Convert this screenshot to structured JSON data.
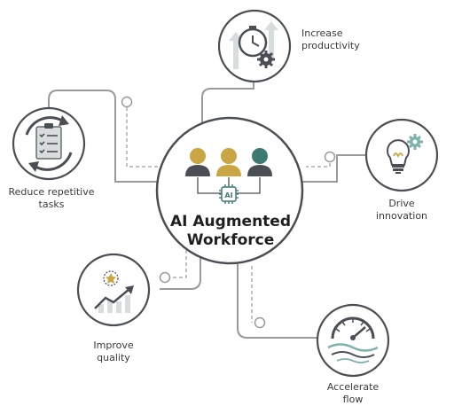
{
  "center": {
    "title_line1": "AI Augmented",
    "title_line2": "Workforce",
    "chip_label": "AI"
  },
  "nodes": {
    "productivity": {
      "line1": "Increase",
      "line2": "productivity",
      "icon": "clock-growth-gear-icon"
    },
    "repetitive": {
      "line1": "Reduce repetitive",
      "line2": "tasks",
      "icon": "clipboard-cycle-icon"
    },
    "innovation": {
      "line1": "Drive",
      "line2": "innovation",
      "icon": "lightbulb-gear-icon"
    },
    "quality": {
      "line1": "Improve",
      "line2": "quality",
      "icon": "star-trend-icon"
    },
    "flow": {
      "line1": "Accelerate",
      "line2": "flow",
      "icon": "gauge-wave-icon"
    }
  },
  "colors": {
    "line": "#9a9a9a",
    "dark": "#4b4f55",
    "gold": "#c9a543",
    "teal": "#3f7a72",
    "wave": "#7fb2ac"
  }
}
